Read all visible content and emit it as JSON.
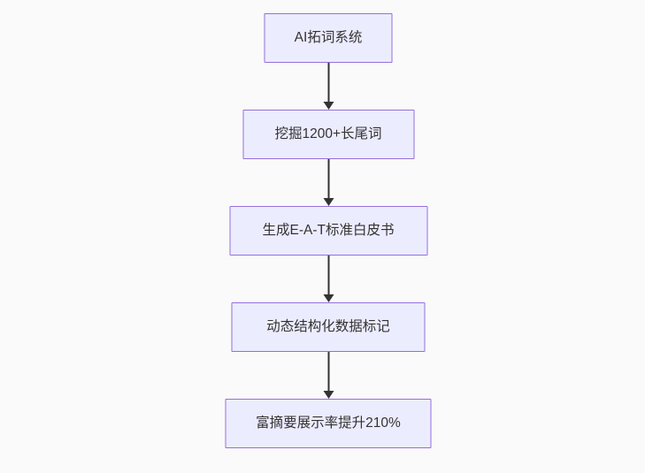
{
  "canvas": {
    "background_color": "#fafafa"
  },
  "flowchart": {
    "type": "flowchart",
    "direction": "top-down",
    "node_fill_color": "#ECECFF",
    "node_border_color": "#9370DB",
    "text_color": "#333333",
    "arrow_color": "#333333",
    "nodes": [
      {
        "id": "n1",
        "label": "AI拓词系统"
      },
      {
        "id": "n2",
        "label": "挖掘1200+长尾词"
      },
      {
        "id": "n3",
        "label": "生成E-A-T标准白皮书"
      },
      {
        "id": "n4",
        "label": "动态结构化数据标记"
      },
      {
        "id": "n5",
        "label": "富摘要展示率提升210%"
      }
    ],
    "edges": [
      {
        "from": "n1",
        "to": "n2"
      },
      {
        "from": "n2",
        "to": "n3"
      },
      {
        "from": "n3",
        "to": "n4"
      },
      {
        "from": "n4",
        "to": "n5"
      }
    ]
  }
}
